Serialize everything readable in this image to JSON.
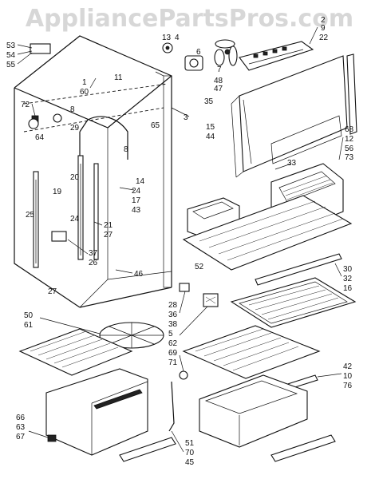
{
  "watermark": "AppliancePartsPros.com",
  "labels": [
    {
      "id": "53",
      "t": "53"
    },
    {
      "id": "54",
      "t": "54"
    },
    {
      "id": "55",
      "t": "55"
    },
    {
      "id": "13",
      "t": "13"
    },
    {
      "id": "4",
      "t": "4"
    },
    {
      "id": "2",
      "t": "2"
    },
    {
      "id": "9",
      "t": "9"
    },
    {
      "id": "22",
      "t": "22"
    },
    {
      "id": "6",
      "t": "6"
    },
    {
      "id": "1",
      "t": "1"
    },
    {
      "id": "60",
      "t": "60"
    },
    {
      "id": "11",
      "t": "11"
    },
    {
      "id": "7",
      "t": "7"
    },
    {
      "id": "48",
      "t": "48"
    },
    {
      "id": "47",
      "t": "47"
    },
    {
      "id": "35",
      "t": "35"
    },
    {
      "id": "72",
      "t": "72"
    },
    {
      "id": "8a",
      "t": "8"
    },
    {
      "id": "64",
      "t": "64"
    },
    {
      "id": "29",
      "t": "29"
    },
    {
      "id": "65",
      "t": "65"
    },
    {
      "id": "3",
      "t": "3"
    },
    {
      "id": "15",
      "t": "15"
    },
    {
      "id": "44",
      "t": "44"
    },
    {
      "id": "68",
      "t": "68"
    },
    {
      "id": "12",
      "t": "12"
    },
    {
      "id": "56",
      "t": "56"
    },
    {
      "id": "73",
      "t": "73"
    },
    {
      "id": "33",
      "t": "33"
    },
    {
      "id": "8b",
      "t": "8"
    },
    {
      "id": "20",
      "t": "20"
    },
    {
      "id": "14",
      "t": "14"
    },
    {
      "id": "24a",
      "t": "24"
    },
    {
      "id": "17",
      "t": "17"
    },
    {
      "id": "43",
      "t": "43"
    },
    {
      "id": "19",
      "t": "19"
    },
    {
      "id": "25",
      "t": "25"
    },
    {
      "id": "24b",
      "t": "24"
    },
    {
      "id": "21",
      "t": "21"
    },
    {
      "id": "27a",
      "t": "27"
    },
    {
      "id": "37",
      "t": "37"
    },
    {
      "id": "26",
      "t": "26"
    },
    {
      "id": "46",
      "t": "46"
    },
    {
      "id": "27b",
      "t": "27"
    },
    {
      "id": "52",
      "t": "52"
    },
    {
      "id": "30",
      "t": "30"
    },
    {
      "id": "32",
      "t": "32"
    },
    {
      "id": "16",
      "t": "16"
    },
    {
      "id": "28",
      "t": "28"
    },
    {
      "id": "36",
      "t": "36"
    },
    {
      "id": "38",
      "t": "38"
    },
    {
      "id": "5",
      "t": "5"
    },
    {
      "id": "62",
      "t": "62"
    },
    {
      "id": "69",
      "t": "69"
    },
    {
      "id": "71",
      "t": "71"
    },
    {
      "id": "50",
      "t": "50"
    },
    {
      "id": "61",
      "t": "61"
    },
    {
      "id": "42",
      "t": "42"
    },
    {
      "id": "10",
      "t": "10"
    },
    {
      "id": "76",
      "t": "76"
    },
    {
      "id": "66",
      "t": "66"
    },
    {
      "id": "63",
      "t": "63"
    },
    {
      "id": "67",
      "t": "67"
    },
    {
      "id": "51",
      "t": "51"
    },
    {
      "id": "70",
      "t": "70"
    },
    {
      "id": "45",
      "t": "45"
    }
  ]
}
